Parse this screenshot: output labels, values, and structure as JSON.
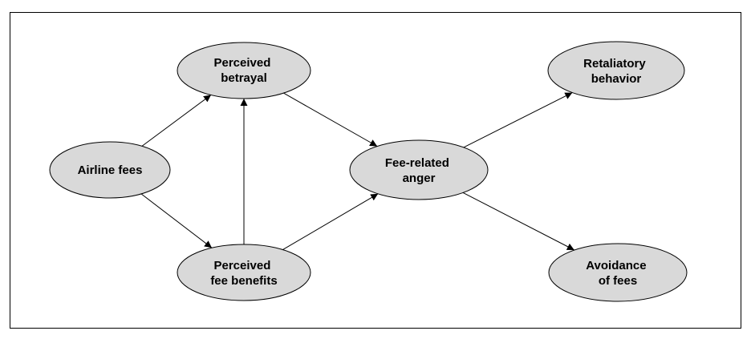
{
  "diagram": {
    "colors": {
      "node_fill": "#d9d9d9",
      "node_stroke": "#000000",
      "edge": "#000000",
      "frame": "#000000"
    },
    "nodes": [
      {
        "id": "airline-fees",
        "lines": [
          "Airline fees"
        ]
      },
      {
        "id": "perceived-betrayal",
        "lines": [
          "Perceived",
          "betrayal"
        ]
      },
      {
        "id": "perceived-fee-benefits",
        "lines": [
          "Perceived",
          "fee benefits"
        ]
      },
      {
        "id": "fee-related-anger",
        "lines": [
          "Fee-related",
          "anger"
        ]
      },
      {
        "id": "retaliatory-behavior",
        "lines": [
          "Retaliatory",
          "behavior"
        ]
      },
      {
        "id": "avoidance-of-fees",
        "lines": [
          "Avoidance",
          "of fees"
        ]
      }
    ],
    "edges": [
      {
        "from": "airline-fees",
        "to": "perceived-betrayal"
      },
      {
        "from": "airline-fees",
        "to": "perceived-fee-benefits"
      },
      {
        "from": "perceived-fee-benefits",
        "to": "perceived-betrayal"
      },
      {
        "from": "perceived-betrayal",
        "to": "fee-related-anger"
      },
      {
        "from": "perceived-fee-benefits",
        "to": "fee-related-anger"
      },
      {
        "from": "fee-related-anger",
        "to": "retaliatory-behavior"
      },
      {
        "from": "fee-related-anger",
        "to": "avoidance-of-fees"
      }
    ]
  }
}
